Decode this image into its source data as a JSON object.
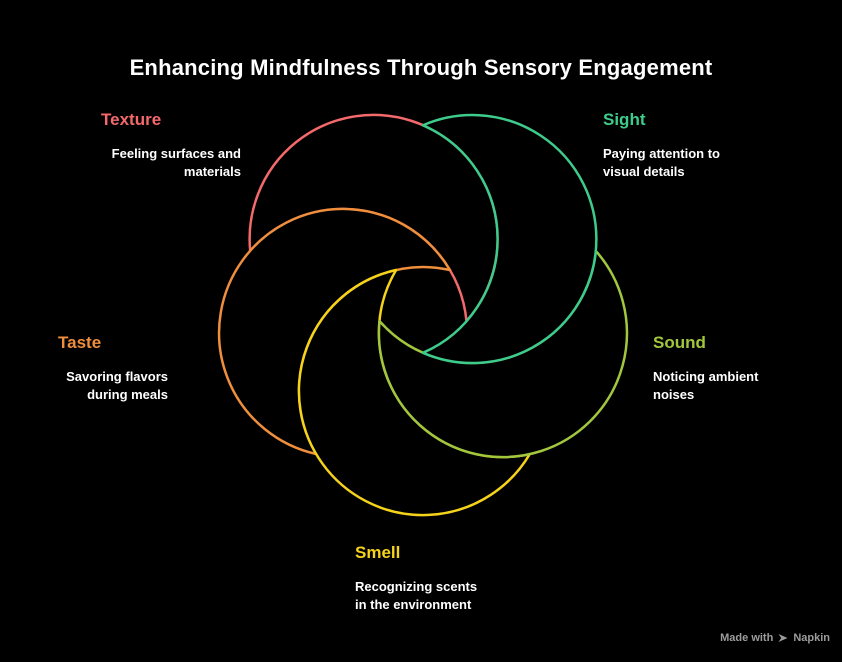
{
  "background": "#000000",
  "title": "Enhancing Mindfulness Through Sensory Engagement",
  "senses": [
    {
      "id": "texture",
      "label": "Texture",
      "description": "Feeling surfaces and\nmaterials",
      "color": "#F4696B",
      "angle": -126,
      "draw_order": 0
    },
    {
      "id": "sight",
      "label": "Sight",
      "description": "Paying attention to\nvisual details",
      "color": "#3ECC8C",
      "angle": -54,
      "draw_order": 4
    },
    {
      "id": "sound",
      "label": "Sound",
      "description": "Noticing ambient\nnoises",
      "color": "#A2C73E",
      "angle": 18,
      "draw_order": 3
    },
    {
      "id": "smell",
      "label": "Smell",
      "description": "Recognizing scents\nin the environment",
      "color": "#F5D31B",
      "angle": 90,
      "draw_order": 2
    },
    {
      "id": "taste",
      "label": "Taste",
      "description": "Savoring flavors\nduring meals",
      "color": "#EF8E3C",
      "angle": 162,
      "draw_order": 1
    }
  ],
  "footer": {
    "made_with": "Made with",
    "brand": "Napkin",
    "icon": "pen-nib-icon",
    "color": "#9c9c9c"
  }
}
